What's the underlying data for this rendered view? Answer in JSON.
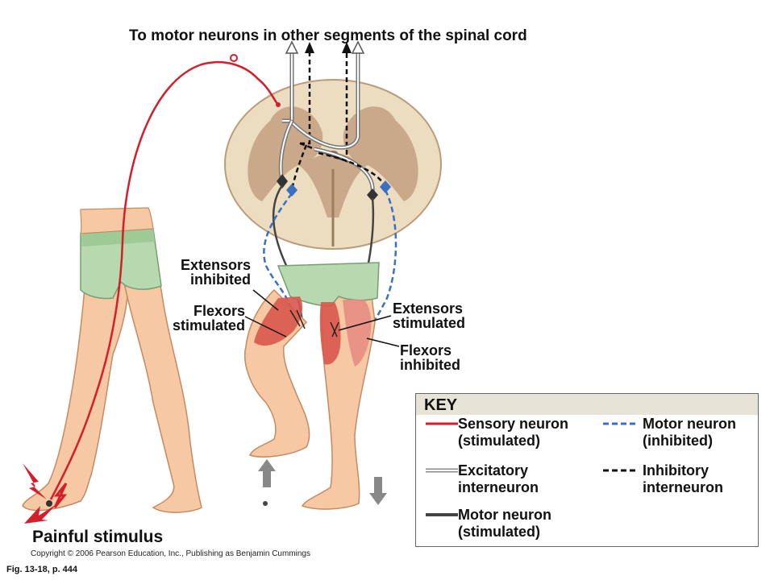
{
  "title": "To motor neurons in other segments of the spinal cord",
  "labels": {
    "extensors_inhibited": [
      "Extensors",
      "inhibited"
    ],
    "flexors_stimulated": [
      "Flexors",
      "stimulated"
    ],
    "extensors_stimulated": [
      "Extensors",
      "stimulated"
    ],
    "flexors_inhibited": [
      "Flexors",
      "inhibited"
    ],
    "painful_stimulus": "Painful stimulus"
  },
  "key": {
    "title": "KEY",
    "items": [
      {
        "line1": "Sensory neuron",
        "line2": "(stimulated)",
        "style": "solid",
        "color": "#d21f2b"
      },
      {
        "line1": "Motor neuron",
        "line2": "(inhibited)",
        "style": "dashed",
        "color": "#3b6fc4"
      },
      {
        "line1": "Excitatory",
        "line2": "interneuron",
        "style": "double",
        "color": "#888888"
      },
      {
        "line1": "Inhibitory",
        "line2": "interneuron",
        "style": "dashed",
        "color": "#111111"
      },
      {
        "line1": "Motor neuron",
        "line2": "(stimulated)",
        "style": "solid",
        "color": "#444444"
      }
    ]
  },
  "copyright": "Copyright © 2006 Pearson Education, Inc., Publishing as Benjamin Cummings",
  "figure_ref": "Fig. 13-18, p. 444",
  "colors": {
    "sensory": "#d21f2b",
    "motor_inhibited": "#3b6fc4",
    "inhibitory": "#111111",
    "motor_stimulated": "#444444",
    "skin": "#f6c8a4",
    "shorts": "#b7d9b0",
    "cord_outer": "#eadcc3",
    "cord_inner": "#c9a98a"
  }
}
